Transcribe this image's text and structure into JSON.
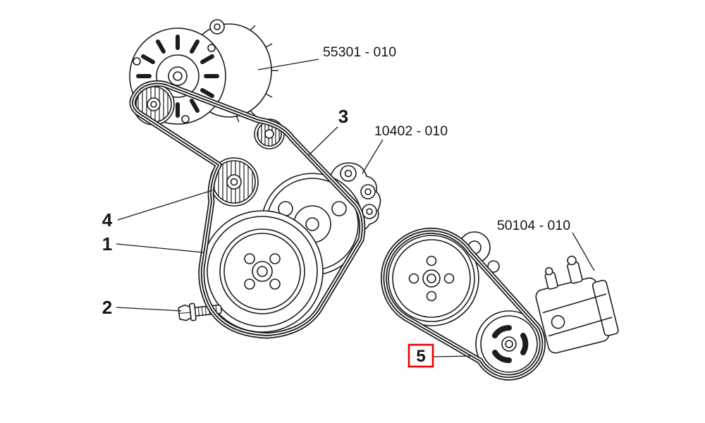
{
  "diagram": {
    "type": "parts-catalog-belt-drive-diagram",
    "subject": "auxiliary belt drive with alternator, water pump and A/C compressor",
    "background_color": "#ffffff",
    "line_color": "#1c1c1c",
    "highlight_color": "#ee0000",
    "part_numbers": {
      "alternator": "55301 - 010",
      "water_pump": "10402 - 010",
      "compressor": "50104 - 010"
    },
    "callouts": {
      "crankshaft_pulley": "1",
      "pulley_bolt": "2",
      "accessory_belt": "3",
      "tensioner_pulley": "4",
      "compressor_belt": "5"
    }
  }
}
